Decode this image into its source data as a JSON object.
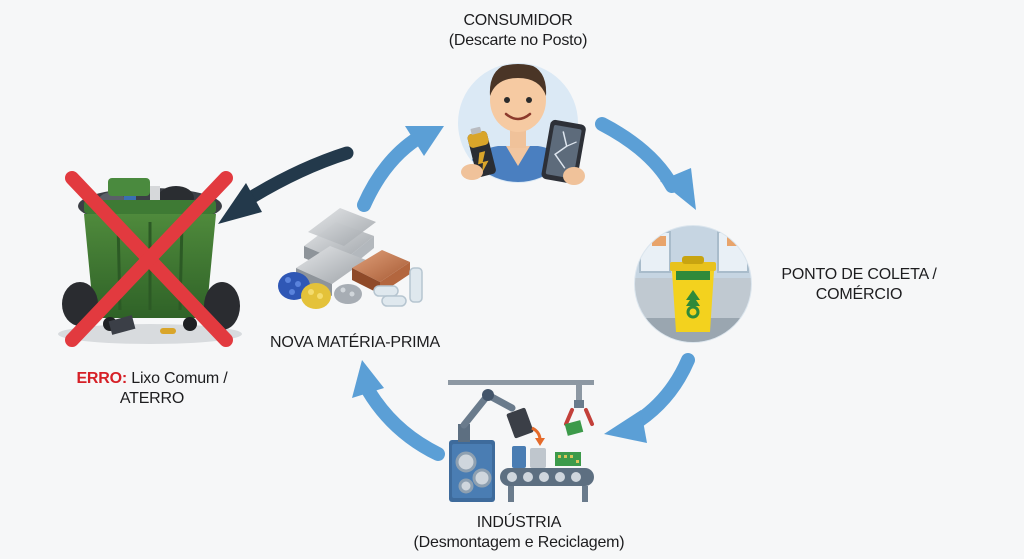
{
  "nodes": {
    "consumer": {
      "title": "CONSUMIDOR",
      "subtitle": "(Descarte no Posto)"
    },
    "collection": {
      "title_line1": "PONTO DE COLETA /",
      "title_line2": "COMÉRCIO"
    },
    "industry": {
      "title": "INDÚSTRIA",
      "subtitle": "(Desmontagem e Reciclagem)"
    },
    "raw_material": {
      "title": "NOVA MATÉRIA-PRIMA"
    },
    "error": {
      "prefix": "ERRO:",
      "line1_rest": " Lixo Comum /",
      "line2": "ATERRO"
    }
  },
  "colors": {
    "cycle_arrow": "#5b9fd6",
    "error_arrow": "#23394b",
    "cross": "#e23a3f",
    "error_text": "#d62027",
    "circle_bg": "#dbe9f5"
  },
  "icons": {
    "consumer": "person-with-battery-and-broken-phone-icon",
    "collection": "yellow-recycling-bin-icon",
    "industry": "robotic-recycling-line-icon",
    "raw_material": "raw-materials-ingots-pellets-icon",
    "error": "green-trash-container-crossed-icon"
  }
}
